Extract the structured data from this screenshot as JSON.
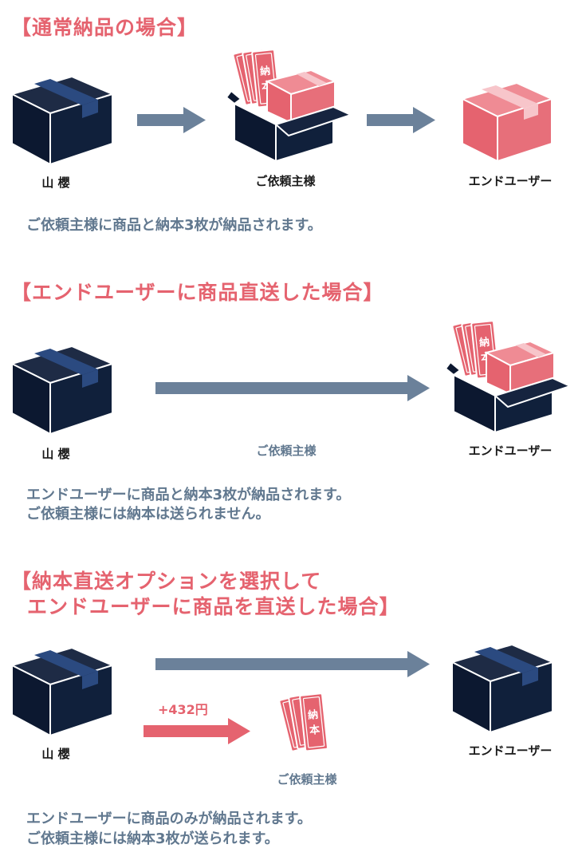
{
  "sections": [
    {
      "heading": "【通常納品の場合】",
      "sender_label": "山 櫻",
      "middle_label": "ご依頼主様",
      "receiver_label": "エンドユーザー",
      "description": "ご依頼主様に商品と納本3枚が納品されます。"
    },
    {
      "heading": "【エンドユーザーに商品直送した場合】",
      "sender_label": "山 櫻",
      "middle_label": "ご依頼主様",
      "receiver_label": "エンドユーザー",
      "description_line1": "エンドユーザーに商品と納本3枚が納品されます。",
      "description_line2": "ご依頼主様には納本は送られません。"
    },
    {
      "heading_line1": "【納本直送オプションを選択して",
      "heading_line2": "エンドユーザーに商品を直送した場合】",
      "sender_label": "山 櫻",
      "middle_label": "ご依頼主様",
      "receiver_label": "エンドユーザー",
      "price": "+432円",
      "description_line1": "エンドユーザーに商品のみが納品されます。",
      "description_line2": "ご依頼主様には納本3枚が送られます。"
    }
  ],
  "ticket_text_1": "納",
  "ticket_text_2": "本",
  "colors": {
    "accent_red": "#e5636f",
    "navy_box": "#0f1c33",
    "arrow_blue": "#6b819a",
    "text_blue": "#61788f",
    "tape_blue": "#2b4a80"
  }
}
